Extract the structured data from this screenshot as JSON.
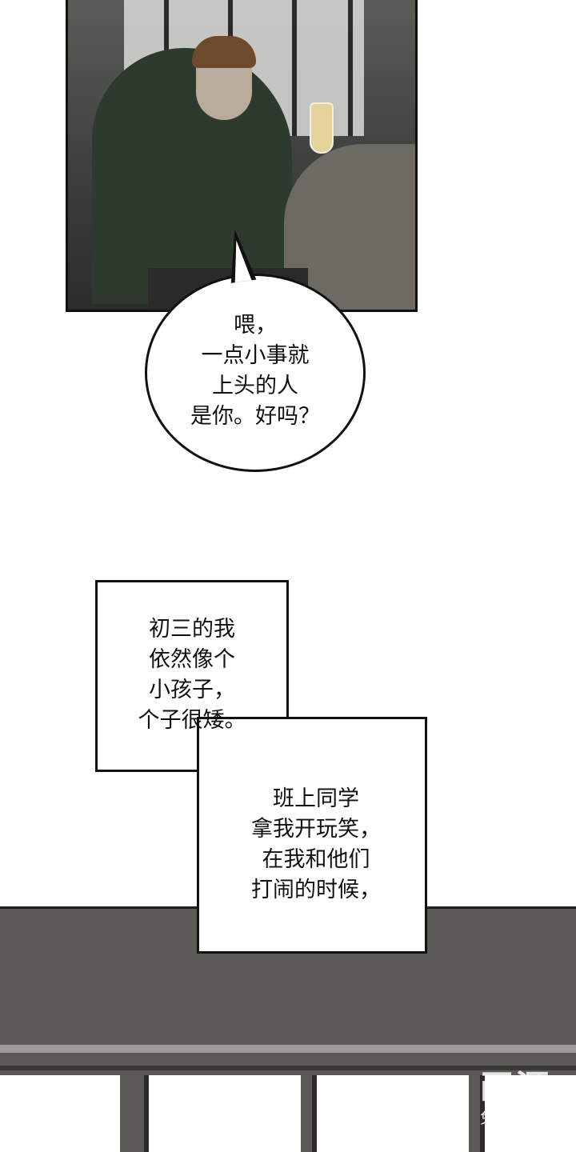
{
  "speech_bubble": {
    "lines": [
      "喂，",
      "一点小事就",
      "上头的人",
      "是你。好吗？"
    ]
  },
  "caption_1": {
    "lines": [
      "初三的我",
      "依然像个",
      "小孩子，",
      "个子很矮。"
    ]
  },
  "caption_2": {
    "lines": [
      "班上同学",
      "拿我开玩笑，",
      "在我和他们",
      "打闹的时候，"
    ]
  },
  "watermark": {
    "logo": "画涯",
    "tagline": "免费漫画"
  }
}
